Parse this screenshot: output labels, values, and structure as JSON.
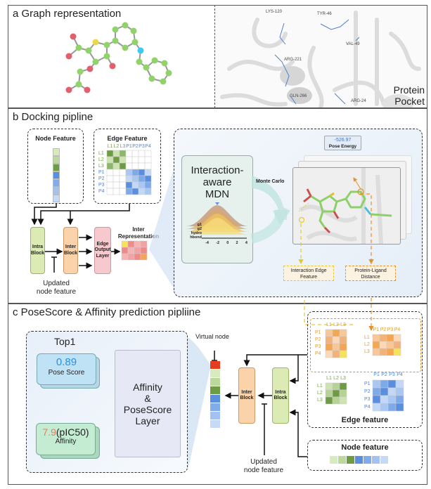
{
  "panel_a": {
    "title": "a  Graph representation",
    "protein_label_line1": "Protein",
    "protein_label_line2": "Pocket",
    "residues": [
      "LYS-120",
      "TYR-46",
      "VAL-49",
      "ARG-221",
      "GLN-266",
      "ARG-24"
    ]
  },
  "panel_b": {
    "title": "b  Docking pipline",
    "node_feature_title": "Node Feature",
    "edge_feature_title": "Edge Feature",
    "edge_cols": [
      "L1",
      "L2",
      "L3",
      "P1",
      "P2",
      "P3",
      "P4"
    ],
    "edge_rows": [
      "L1",
      "L2",
      "L3",
      "P1",
      "P2",
      "P3",
      "P4"
    ],
    "intra_block": "Intra Block",
    "inter_block": "Inter Block",
    "edge_output_layer": "Edge Output Layer",
    "inter_representation_line1": "Inter",
    "inter_representation_line2": "Representation",
    "updated_node_line1": "Updated",
    "updated_node_line2": "node feature",
    "mdn_line1": "Interaction-",
    "mdn_line2": "aware",
    "mdn_line3": "MDN",
    "mdn_series": [
      "g1",
      "g2",
      "hydro",
      "hbond"
    ],
    "mdn_ticks": [
      "-4",
      "-2",
      "0",
      "2",
      "4"
    ],
    "monte_carlo": "Monte Carlo",
    "pose_energy_value": "-526.97",
    "pose_energy_label": "Pose Energy",
    "interaction_edge_line1": "Interaction Edge",
    "interaction_edge_line2": "Feature",
    "pl_distance_line1": "Protein-Ligand",
    "pl_distance_line2": "Distance"
  },
  "panel_c": {
    "title": "c  PoseScore & Affinity prediction pipliine",
    "top1": "Top1",
    "pose_score_value": "0.89",
    "pose_score_label": "Pose Score",
    "affinity_value": "7.9",
    "affinity_unit": "(pIC50)",
    "affinity_label": "Affinity",
    "layer_line1": "Affinity",
    "layer_line2": "&",
    "layer_line3": "PoseScore",
    "layer_line4": "Layer",
    "virtual_node": "Virtual node",
    "inter_block": "Inter Block",
    "intra_block": "Intra Block",
    "updated_node_line1": "Updated",
    "updated_node_line2": "node feature",
    "edge_feature_title": "Edge feature",
    "node_feature_title": "Node feature",
    "pl_rows": [
      "P1",
      "P2",
      "P3",
      "P4"
    ],
    "pl_cols": [
      "L1",
      "L2",
      "L3"
    ],
    "lp_cols": [
      "P1",
      "P2",
      "P3",
      "P4"
    ],
    "lp_rows": [
      "L1",
      "L2",
      "L3"
    ],
    "ll_labels": [
      "L1",
      "L2",
      "L3"
    ],
    "pp_labels": [
      "P1",
      "P2",
      "P3",
      "P4"
    ]
  },
  "colors": {
    "pose_score": "#2a8fe6",
    "affinity": "#f07a5a",
    "green_dark": "#6e9c45",
    "green_light": "#cfe3b2",
    "blue_dark": "#4c8fe3",
    "blue_light": "#c9dcf8",
    "orange": "#f5b06b"
  }
}
